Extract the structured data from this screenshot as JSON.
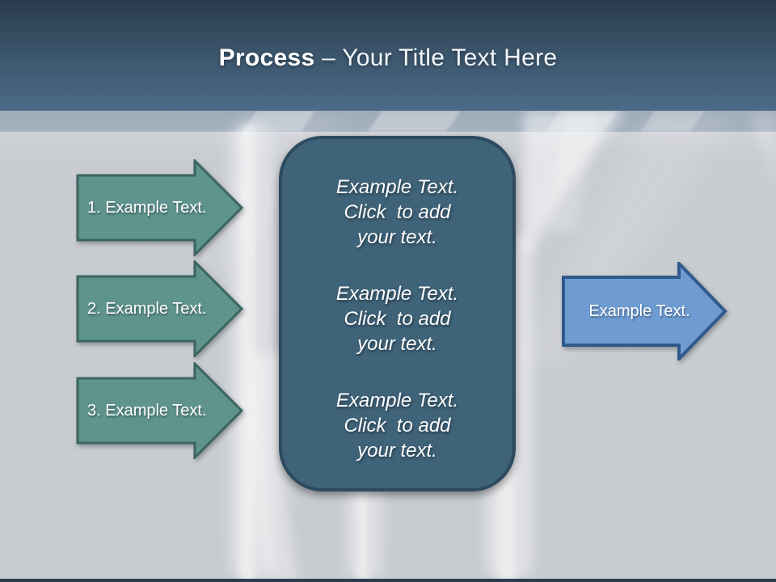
{
  "slide": {
    "header": {
      "title_lead": "Process",
      "title_rest": "– Your Title Text Here"
    },
    "left_arrows": [
      {
        "label": "1. Example Text."
      },
      {
        "label": "2. Example Text."
      },
      {
        "label": "3. Example Text."
      }
    ],
    "center_box": {
      "paragraphs": [
        "Example Text.\nClick  to add\nyour text.",
        "Example Text.\nClick  to add\nyour text.",
        "Example Text.\nClick  to add\nyour text."
      ]
    },
    "right_arrow": {
      "label": "Example Text."
    },
    "colors": {
      "header_top": "#2c3f50",
      "header_bottom": "#4c6b87",
      "divider_band": "#a3afbc",
      "background": "#c9ccd1",
      "teal_arrow_fill": "#5f948e",
      "teal_arrow_border": "#3a6560",
      "center_box_fill": "#3f6379",
      "center_box_border": "#2c4a60",
      "blue_arrow_fill": "#6e9cd2",
      "blue_arrow_border": "#2f5a8b",
      "bottom_strip": "#2b3c4e",
      "text": "#ffffff"
    }
  }
}
